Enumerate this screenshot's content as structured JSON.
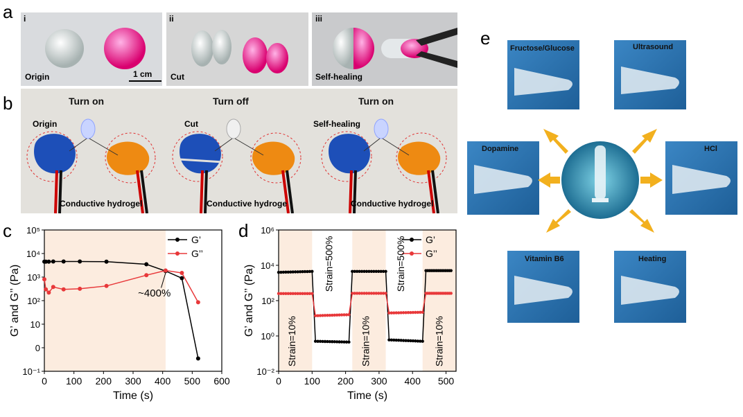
{
  "panel_a": {
    "letter": "a",
    "subpanels": [
      {
        "index": "i",
        "caption": "Origin"
      },
      {
        "index": "ii",
        "caption": "Cut"
      },
      {
        "index": "iii",
        "caption": "Self-healing"
      }
    ],
    "scale_bar": "1 cm"
  },
  "panel_b": {
    "letter": "b",
    "subpanels": [
      {
        "title": "Turn on",
        "state": "Origin",
        "bottom": "Conductive hydrogel"
      },
      {
        "title": "Turn off",
        "state": "Cut",
        "bottom": "Conductive hydroge"
      },
      {
        "title": "Turn on",
        "state": "Self-healing",
        "bottom": "Conductive hydrogel"
      }
    ]
  },
  "panel_e": {
    "letter": "e",
    "stimuli": [
      "Fructose/Glucose",
      "Ultrasound",
      "Dopamine",
      "HCl",
      "Vitamin B6",
      "Heating"
    ]
  },
  "chart_data": [
    {
      "panel": "c",
      "type": "line",
      "xlabel": "Time (s)",
      "ylabel": "G’ and G’’ (Pa)",
      "xlim": [
        0,
        600
      ],
      "ylim": [
        0.1,
        100000
      ],
      "yscale": "log",
      "xticks": [
        "0",
        "100",
        "200",
        "300",
        "400",
        "500",
        "600"
      ],
      "yticks": [
        "10⁻¹",
        "0",
        "10",
        "10²",
        "10³",
        "10⁴",
        "10⁵"
      ],
      "legend_position": "top-right",
      "annotation": "~400%",
      "series": [
        {
          "name": "G’",
          "color": "#000000",
          "x": [
            0,
            5,
            15,
            30,
            65,
            120,
            210,
            345,
            410,
            465,
            520
          ],
          "y": [
            4500,
            4500,
            4500,
            4600,
            4600,
            4600,
            4500,
            3500,
            1800,
            900,
            0.35
          ]
        },
        {
          "name": "G’’",
          "color": "#e8383a",
          "x": [
            0,
            5,
            15,
            30,
            65,
            120,
            210,
            345,
            410,
            465,
            520
          ],
          "y": [
            800,
            300,
            220,
            380,
            300,
            320,
            420,
            1200,
            1900,
            1500,
            85
          ]
        }
      ]
    },
    {
      "panel": "d",
      "type": "line",
      "xlabel": "Time (s)",
      "ylabel": "G’ and G’’ (Pa)",
      "xlim": [
        0,
        530
      ],
      "ylim": [
        0.01,
        1000000
      ],
      "yscale": "log",
      "xticks": [
        "0",
        "100",
        "200",
        "300",
        "400",
        "500"
      ],
      "yticks": [
        "10⁻²",
        "10⁰",
        "10²",
        "10⁴",
        "10⁶"
      ],
      "legend_position": "top-right",
      "annotations": [
        "Strain=10%",
        "Strain=500%",
        "Strain=10%",
        "Strain=500%",
        "Strain=10%"
      ],
      "series": [
        {
          "name": "G’",
          "color": "#000000",
          "x": [
            0,
            100,
            110,
            210,
            220,
            320,
            330,
            430,
            440,
            515
          ],
          "y": [
            4000,
            4500,
            0.5,
            0.45,
            4500,
            4500,
            0.6,
            0.5,
            5000,
            5000
          ]
        },
        {
          "name": "G’’",
          "color": "#e8383a",
          "x": [
            0,
            100,
            110,
            210,
            220,
            320,
            330,
            430,
            440,
            515
          ],
          "y": [
            250,
            250,
            14,
            16,
            260,
            260,
            20,
            22,
            260,
            260
          ]
        }
      ]
    }
  ]
}
